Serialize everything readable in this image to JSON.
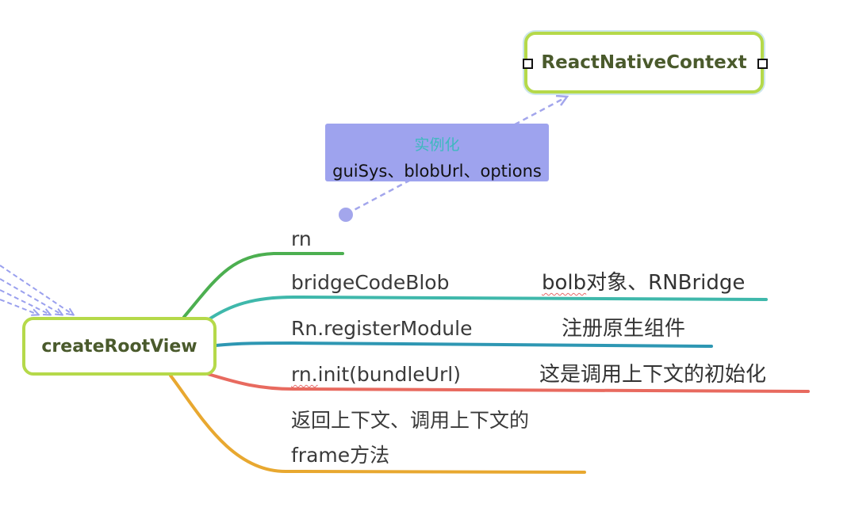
{
  "diagram": {
    "root_node": {
      "label": "createRootView"
    },
    "context_node": {
      "label": "ReactNativeContext"
    },
    "callout": {
      "title": "实例化",
      "subtitle": "guiSys、blobUrl、options",
      "color": "#9ea3ee"
    },
    "branches": [
      {
        "label": "rn",
        "color": "#4caf50",
        "note": ""
      },
      {
        "label": "bridgeCodeBlob",
        "color": "#3fb8ab",
        "note_part1": "bolb",
        "note_part2": "对象、RNBridge"
      },
      {
        "label": "Rn.registerModule",
        "color": "#2e97b3",
        "note": "注册原生组件"
      },
      {
        "label_part1": "rn.",
        "label_part2": "init(bundleUrl)",
        "color": "#e86a5f",
        "note": "这是调用上下文的初始化"
      },
      {
        "label_line1": "返回上下文、调用上下文的",
        "label_line2": "frame方法",
        "color": "#e8a830",
        "note": ""
      }
    ],
    "colors": {
      "node_border": "#b5d94a",
      "incoming_arrows": "#9aa0ee",
      "dashed_connector": "#a3a6ec"
    }
  }
}
